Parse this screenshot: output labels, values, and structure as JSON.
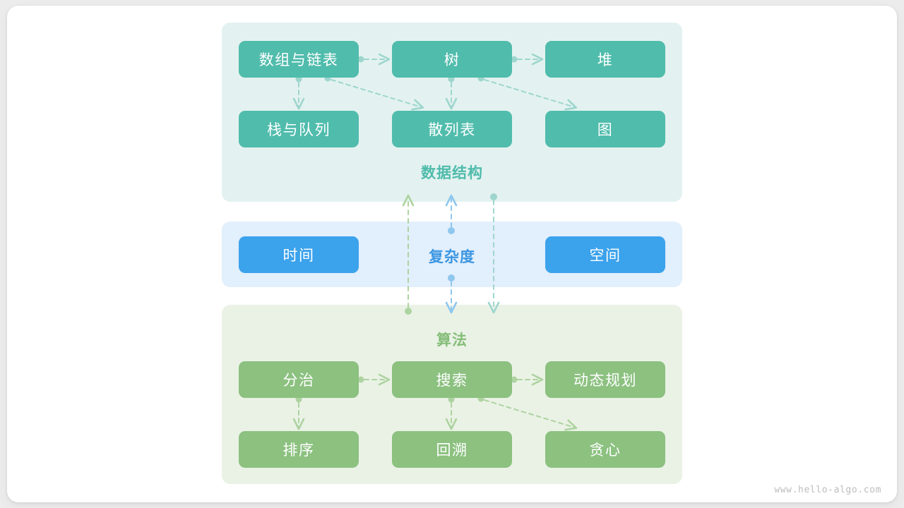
{
  "watermark": "www.hello-algo.com",
  "colors": {
    "page_background": "#ececec",
    "card_background": "#ffffff",
    "teal_node": "#50bcac",
    "teal_panel": "#e3f2f0",
    "teal_text": "#4fbbab",
    "teal_wire": "#9ed6ce",
    "blue_node": "#3ba2ec",
    "blue_panel": "#e2effc",
    "blue_text": "#3b96e2",
    "blue_wire": "#8fc7ee",
    "green_node": "#8cc180",
    "green_panel": "#eaf2e5",
    "green_text": "#85bd79",
    "green_wire": "#aed3a1",
    "watermark_text": "#bdbdbd"
  },
  "sections": {
    "data_structure": {
      "caption": "数据结构",
      "nodes": [
        {
          "id": "ds-array-linkedlist",
          "label": "数组与链表"
        },
        {
          "id": "ds-tree",
          "label": "树"
        },
        {
          "id": "ds-heap",
          "label": "堆"
        },
        {
          "id": "ds-stack-queue",
          "label": "栈与队列"
        },
        {
          "id": "ds-hash-table",
          "label": "散列表"
        },
        {
          "id": "ds-graph",
          "label": "图"
        }
      ],
      "edges": [
        {
          "from": "数组与链表",
          "to": "树"
        },
        {
          "from": "树",
          "to": "堆"
        },
        {
          "from": "数组与链表",
          "to": "栈与队列"
        },
        {
          "from": "数组与链表",
          "to": "散列表"
        },
        {
          "from": "树",
          "to": "散列表"
        },
        {
          "from": "树",
          "to": "图"
        }
      ]
    },
    "complexity": {
      "caption": "复杂度",
      "nodes": [
        {
          "id": "cx-time",
          "label": "时间"
        },
        {
          "id": "cx-space",
          "label": "空间"
        }
      ]
    },
    "algorithm": {
      "caption": "算法",
      "nodes": [
        {
          "id": "algo-divide-conquer",
          "label": "分治"
        },
        {
          "id": "algo-search",
          "label": "搜索"
        },
        {
          "id": "algo-dynamic-prog",
          "label": "动态规划"
        },
        {
          "id": "algo-sorting",
          "label": "排序"
        },
        {
          "id": "algo-backtracking",
          "label": "回溯"
        },
        {
          "id": "algo-greedy",
          "label": "贪心"
        }
      ],
      "edges": [
        {
          "from": "分治",
          "to": "搜索"
        },
        {
          "from": "搜索",
          "to": "动态规划"
        },
        {
          "from": "分治",
          "to": "排序"
        },
        {
          "from": "搜索",
          "to": "回溯"
        },
        {
          "from": "搜索",
          "to": "贪心"
        }
      ]
    }
  },
  "cross_links": [
    {
      "id": "link-algo-to-ds",
      "from": "算法",
      "to": "数据结构",
      "color": "#aed3a1",
      "direction": "up"
    },
    {
      "id": "link-complexity",
      "from": "复杂度",
      "to": "数据结构 / 算法",
      "color": "#8fc7ee",
      "direction": "both"
    },
    {
      "id": "link-ds-to-algo",
      "from": "数据结构",
      "to": "算法",
      "color": "#9ed6ce",
      "direction": "down"
    }
  ]
}
